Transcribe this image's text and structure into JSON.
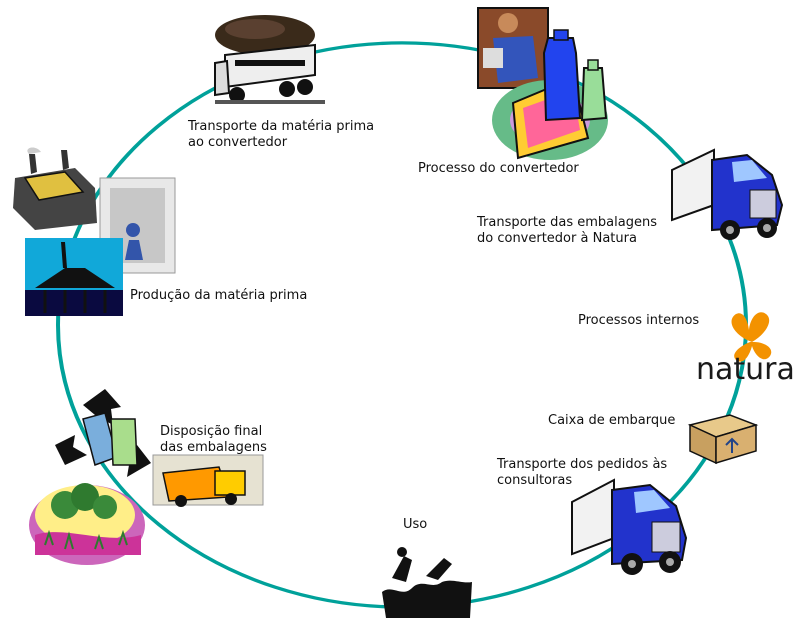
{
  "colors": {
    "cycle": "#00a19a",
    "truck_blue": "#2233cc",
    "orange": "#f39200"
  },
  "steps": {
    "transport_raw": {
      "line1": "Transporte da matéria prima",
      "line2": "ao convertedor",
      "icon": "dump-truck-icon"
    },
    "converter_process": {
      "line1": "Processo do convertedor",
      "icon": "factory-worker-bottles-icon"
    },
    "transport_packaging": {
      "line1": "Transporte das embalagens",
      "line2": "do convertedor à Natura",
      "icon": "semi-truck-icon"
    },
    "internal_processes": {
      "line1": "Processos internos",
      "icon": "natura-logo-icon"
    },
    "shipping_box": {
      "line1": "Caixa de embarque",
      "icon": "cardboard-box-icon"
    },
    "transport_orders": {
      "line1": "Transporte dos pedidos às",
      "line2": "consultoras",
      "icon": "semi-truck-icon"
    },
    "use": {
      "line1": "Uso",
      "icon": "bath-figure-icon"
    },
    "final_disposal": {
      "line1": "Disposição final",
      "line2": "das embalagens",
      "icon": "recycling-icon"
    },
    "raw_production": {
      "line1": "Produção da matéria prima",
      "icon": "oil-platform-icon"
    }
  },
  "logo": {
    "text": "natura"
  }
}
